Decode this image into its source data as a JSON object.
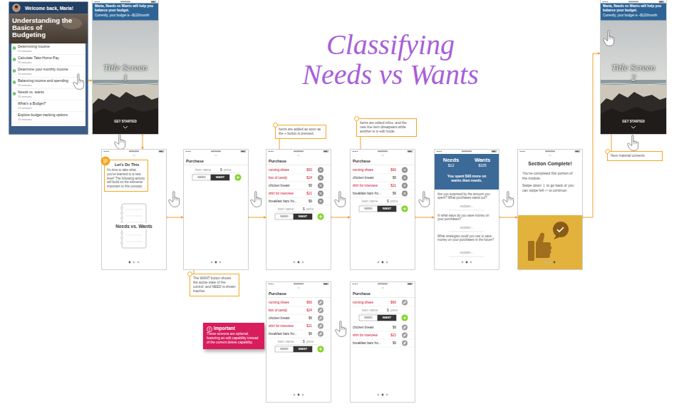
{
  "diagram": {
    "title": "Classifying Needs vs Wants",
    "nodes": [
      {
        "text": [
          "Welcome back, Maria!",
          "Understanding the Basics of Budgeting",
          "Determining Income",
          "15 minutes",
          "Calculate Take-Home Pay",
          "15 minutes",
          "Determine your monthly income",
          "15 minutes",
          "Balancing income and spending",
          "15 minutes",
          "Needs vs. wants",
          "15 minutes",
          "What's a Budget?",
          "15 minutes",
          "Explore budget tracking options",
          "15 minutes"
        ]
      },
      {
        "text": [
          "Maria, Needs vs Wants will help you balance your budget.",
          "Currently, your budget is ~$120/month",
          "Title Screen 1",
          "GET STARTED"
        ]
      },
      {
        "text": [
          "Maria, Needs vs Wants will help you balance your budget.",
          "Currently, your budget is ~$120/month",
          "Title Screen 2",
          "GET STARTED"
        ]
      },
      {
        "text": [
          "Next material contents"
        ]
      },
      {
        "text": [
          "Needs vs. Wants"
        ]
      },
      {
        "text": [
          "Let's Do This",
          "It's time to take what you've learned to a new level! The following activity will build on the elements important to this concept."
        ],
        "in": 4
      },
      {
        "text": [
          "Purchase",
          "item name",
          "$",
          "price",
          "NEED",
          "WANT"
        ]
      },
      {
        "text": [
          "Purchase",
          "running shoes",
          "$60",
          "box of candy",
          "$24",
          "chicken breast",
          "$6",
          "shirt for interview",
          "$21",
          "breakfast bars fro...",
          "$6",
          "item name",
          "$",
          "price",
          "NEED",
          "WANT"
        ]
      },
      {
        "text": [
          "Purchase",
          "running shoes",
          "$60",
          "chicken breast",
          "$6",
          "shirt for interview",
          "$21",
          "breakfast bars fro...",
          "$6",
          "item name",
          "$",
          "price",
          "NEED",
          "WANT"
        ]
      },
      {
        "text": [
          "Are you surprised by the amount you spent? What purchases stand out?",
          "explain...",
          "In what ways do you save money on your purchases?",
          "explain...",
          "What strategies could you use to save money on your purchases in the future?",
          "explain..."
        ]
      },
      {
        "text": [
          "Needs",
          "$12",
          "Wants",
          "$105",
          "You spent $93 more on wants than needs."
        ],
        "in": 9
      },
      {
        "text": [
          "Section Complete!",
          "You've completed this portion of the module.",
          "Swipe down ⇩ to go back or you can swipe left ⇦ to continue."
        ]
      },
      {
        "text": [
          "Items are added as soon as the + button is pressed"
        ]
      },
      {
        "text": [
          "Items are edited inline, and the new line item dissapears while another is in edit mode."
        ]
      },
      {
        "text": [
          "The WANT button shows the active state of the control, and NEED is shown inactive."
        ]
      },
      {
        "text": [
          "Important",
          "These screens are optional, featuring an edit capability instead of the current delete capability."
        ]
      },
      {
        "text": [
          "Purchase",
          "running shoes",
          "$60",
          "box of candy",
          "$24",
          "chicken breast",
          "$6",
          "shirt for interview",
          "$21",
          "breakfast bars fro...",
          "$6",
          "item name",
          "$",
          "price",
          "NEED",
          "WANT"
        ]
      },
      {
        "text": [
          "Purchase",
          "running shoes",
          "$60",
          "item name",
          "$",
          "price",
          "NEED",
          "WANT",
          "chicken breast",
          "$6",
          "shirt for interview",
          "$21",
          "breakfast bars fro...",
          "$6"
        ]
      }
    ],
    "edges": [
      {
        "from": 0,
        "to": 1,
        "arrow": "to"
      },
      {
        "from": 1,
        "to": 4,
        "arrow": "to"
      },
      {
        "from": 4,
        "to": 6,
        "arrow": "to"
      },
      {
        "from": 6,
        "to": 7,
        "arrow": "to"
      },
      {
        "from": 7,
        "to": 8,
        "arrow": "to"
      },
      {
        "from": 8,
        "to": 9,
        "arrow": "to"
      },
      {
        "from": 9,
        "to": 11,
        "arrow": "to"
      },
      {
        "from": 11,
        "to": 2,
        "arrow": "to"
      },
      {
        "from": 12,
        "to": 7,
        "arrow": "none"
      },
      {
        "from": 13,
        "to": 8,
        "arrow": "none"
      },
      {
        "from": 14,
        "to": 6,
        "arrow": "none"
      },
      {
        "from": 3,
        "to": 2,
        "arrow": "none"
      }
    ]
  }
}
